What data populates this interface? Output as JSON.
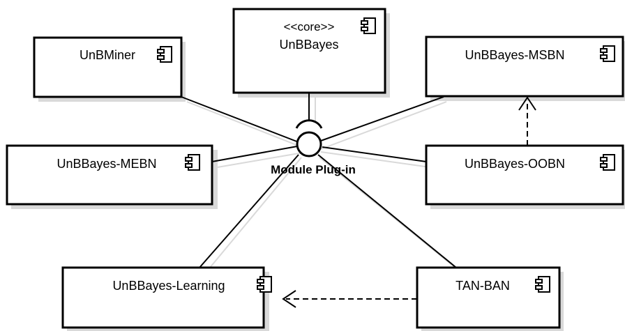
{
  "diagram": {
    "interface_label": "Module Plug-in",
    "components": {
      "core": {
        "stereotype": "<<core>>",
        "name": "UnBBayes"
      },
      "miner": {
        "name": "UnBMiner"
      },
      "msbn": {
        "name": "UnBBayes-MSBN"
      },
      "mebn": {
        "name": "UnBBayes-MEBN"
      },
      "oobn": {
        "name": "UnBBayes-OOBN"
      },
      "learning": {
        "name": "UnBBayes-Learning"
      },
      "tanban": {
        "name": "TAN-BAN"
      }
    },
    "dependencies": [
      {
        "from": "UnBBayes-OOBN",
        "to": "UnBBayes-MSBN"
      },
      {
        "from": "TAN-BAN",
        "to": "UnBBayes-Learning"
      }
    ],
    "icon": "uml-component-icon",
    "colors": {
      "line": "#000000",
      "shadow": "#d9d9d9",
      "background": "#ffffff"
    }
  }
}
